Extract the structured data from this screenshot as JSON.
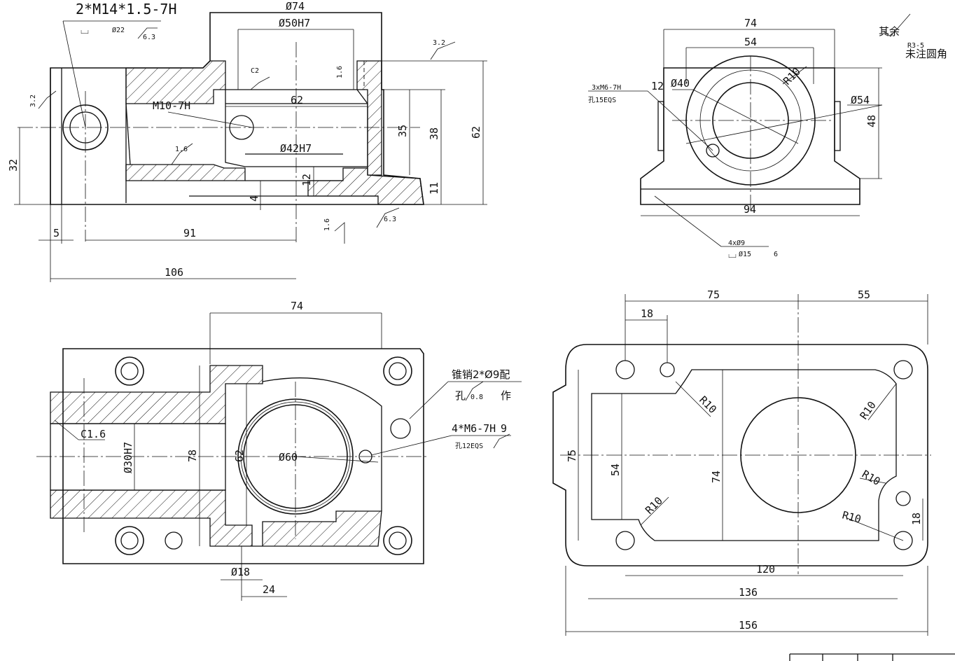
{
  "views": {
    "front_section": {
      "thread_callout": "2*M14*1.5-7H",
      "counterbore_dia": "Ø22",
      "rough_63": "6.3",
      "rough_32": "3.2",
      "rough_16": "1.6",
      "dims": {
        "od_top": "Ø74",
        "bore_50": "Ø50H7",
        "chamfer": "C2",
        "width_62": "62",
        "thread_m10": "M10-7H",
        "bore_42": "Ø42H7",
        "h35": "35",
        "h38": "38",
        "h62": "62",
        "h11": "11",
        "h12": "12",
        "h4": "4",
        "h32": "32",
        "w5": "5",
        "w91": "91",
        "w106": "106"
      }
    },
    "side_view": {
      "w74": "74",
      "w54": "54",
      "holes_note1": "3xM6-7H",
      "holes_note2": "孔15EQS",
      "dia40": "Ø40",
      "d12": "12",
      "r10": "R10",
      "dia54": "Ø54",
      "h48": "48",
      "w94": "94",
      "base_holes1": "4xØ9",
      "base_holes2": "Ø15",
      "base_depth": "6",
      "note_rest": "其余",
      "note_fillet_r": "R3-5",
      "note_fillet": "未注圆角"
    },
    "top_section": {
      "w74": "74",
      "pin_note1": "锥销2*Ø9配",
      "pin_note2": "孔",
      "pin_note3": "作",
      "rough_08": "0.8",
      "tap_note1": "4*M6-7H",
      "tap_depth": "9",
      "tap_note2": "孔12EQS",
      "chamfer16": "C1.6",
      "dia30": "Ø30H7",
      "h78": "78",
      "h62": "62",
      "dia60": "Ø60",
      "dia18": "Ø18",
      "w24": "24"
    },
    "bottom_view": {
      "w75": "75",
      "w55": "55",
      "w18": "18",
      "r10": "R10",
      "h75": "75",
      "h54": "54",
      "h74": "74",
      "h18": "18",
      "w120": "120",
      "w136": "136",
      "w156": "156"
    }
  }
}
